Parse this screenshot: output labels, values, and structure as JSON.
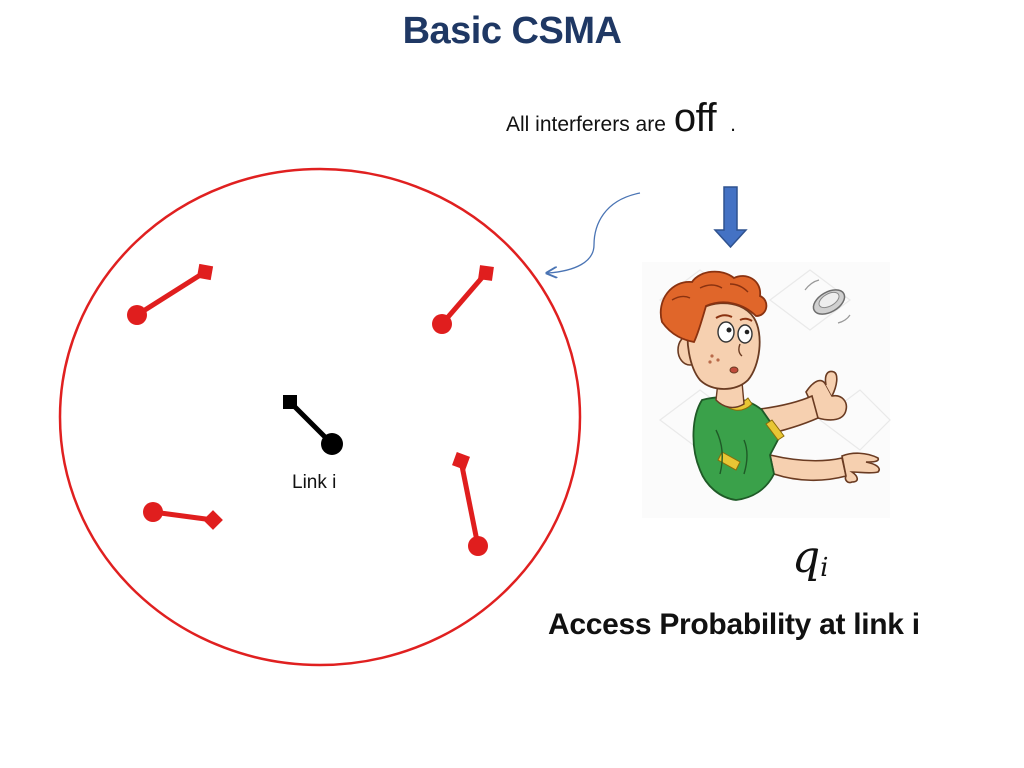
{
  "slide": {
    "title": "Basic CSMA",
    "subtitle_prefix": "All interferers are",
    "subtitle_emphasis": "off",
    "subtitle_suffix": ".",
    "link_label": "Link i",
    "math_symbol": "q",
    "math_subscript": "i",
    "caption": "Access Probability at link i"
  },
  "colors": {
    "title": "#1f3864",
    "interferer": "#e01e1e",
    "link_i": "#000000",
    "circle": "#e02020",
    "arrow_fill": "#4472c4",
    "arrow_stroke": "#2f528f",
    "curve": "#4a74b4",
    "hair": "#e0662a",
    "shirt": "#3aa14a",
    "shirt_trim": "#e8c634",
    "skin": "#f6d0b0"
  },
  "icons": {
    "illustration": "boy-flipping-coin-illustration",
    "coin": "spinning-coin-icon",
    "down_arrow": "down-arrow-icon",
    "curved_arrow": "curved-pointer-arrow-icon"
  }
}
